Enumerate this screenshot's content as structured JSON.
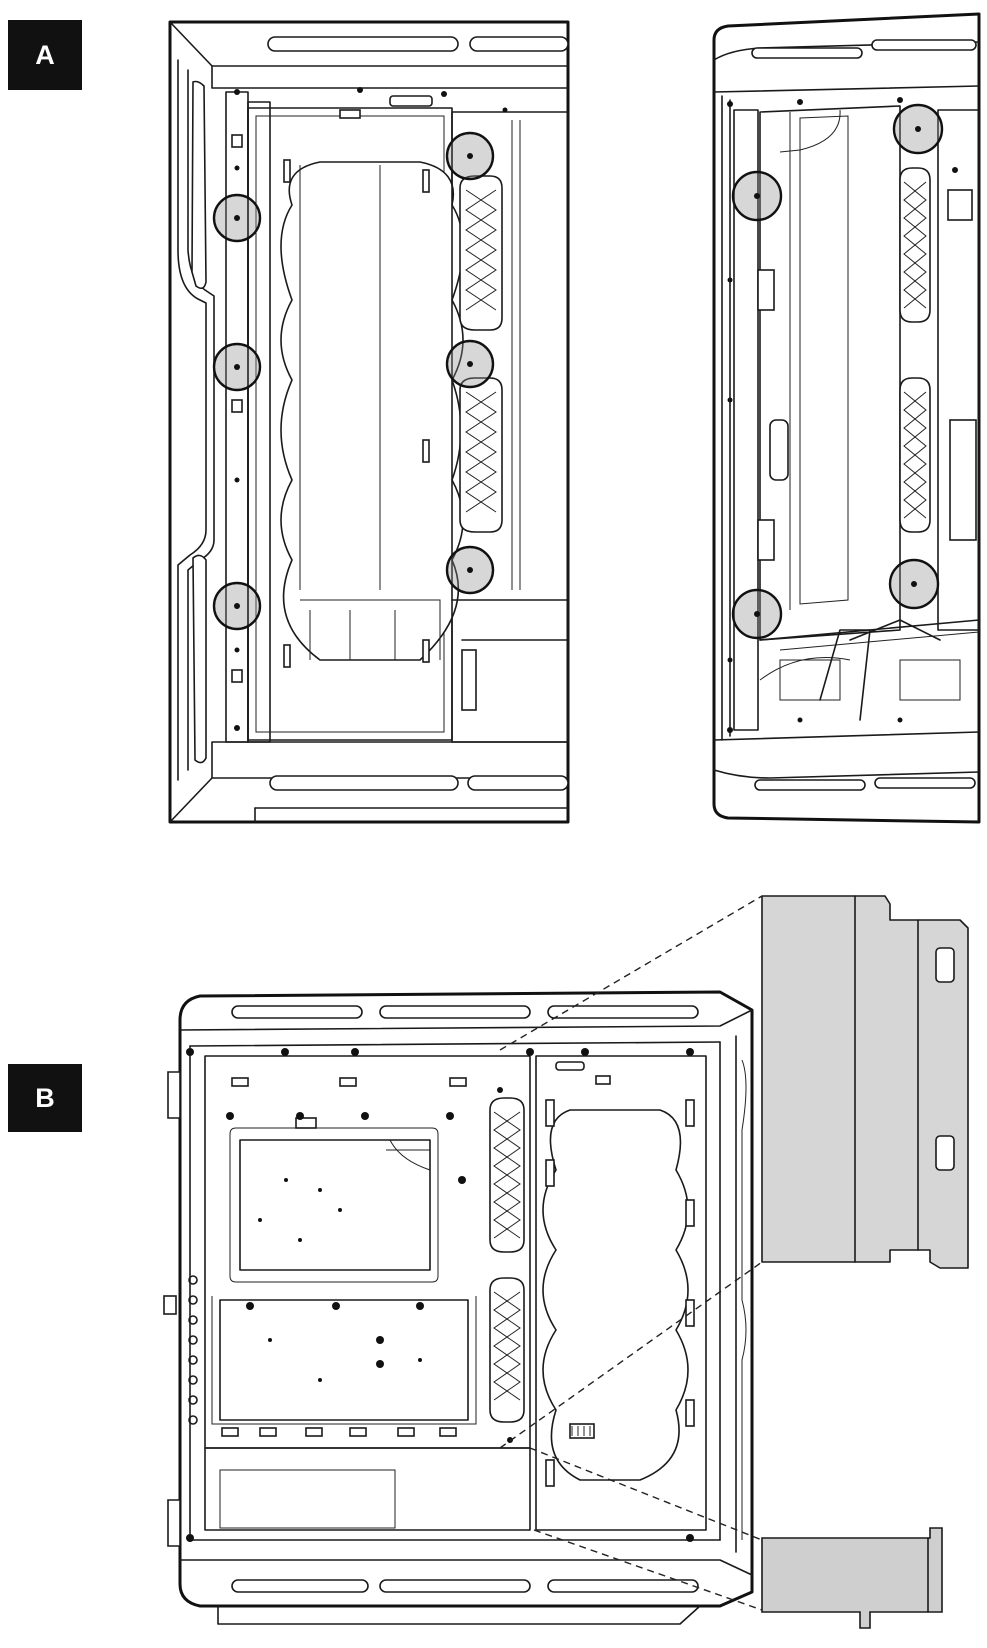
{
  "labels": {
    "step_a": "A",
    "step_b": "B"
  },
  "colors": {
    "label_background": "#111111",
    "label_text": "#ffffff",
    "part_fill": "#d6d6d6",
    "highlight": "#8c8c8c",
    "line": "#1a1a1a"
  },
  "figure_a": {
    "left_panel_highlighted_points": 6,
    "right_panel_highlighted_points": 4
  },
  "figure_b": {
    "callout_parts": 2
  }
}
